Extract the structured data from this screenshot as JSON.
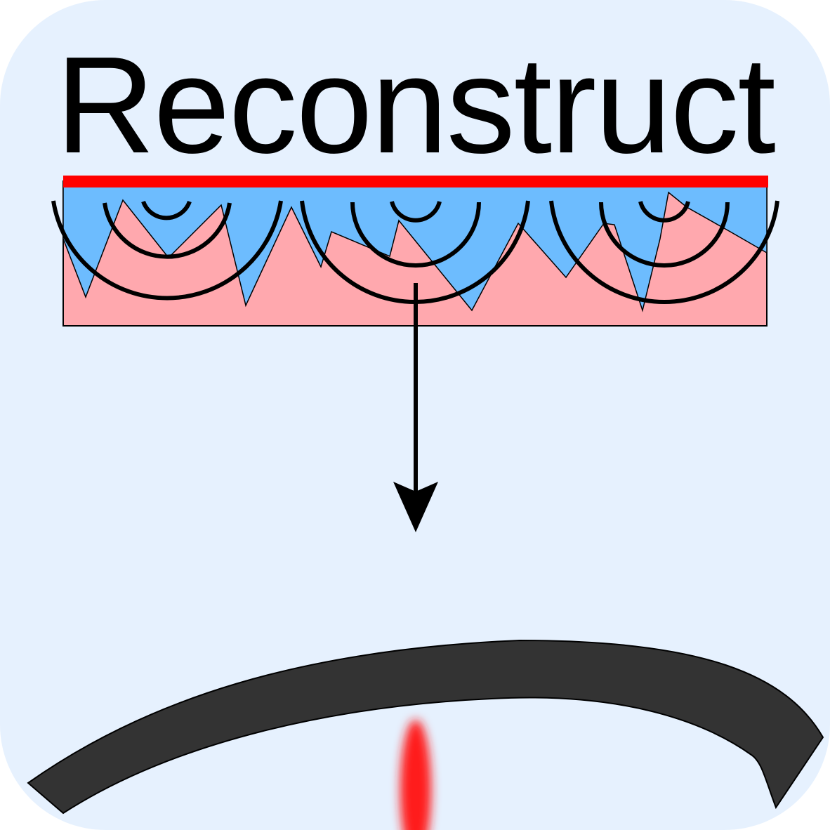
{
  "icon": {
    "title": "Reconstruct",
    "colors": {
      "background": "#e6f1fe",
      "tissue": "#ffa8ae",
      "fluid": "#6dbcfe",
      "transducer": "#ff0000",
      "waves": "#000000",
      "reconstruction_band": "#333333",
      "reconstruction_highlight": "#ff1a1a"
    },
    "elements": [
      "transducer-bar",
      "tissue-block",
      "fluid-layer",
      "wavefront-arcs",
      "downward-arrow",
      "reconstructed-surface",
      "red-highlight"
    ]
  }
}
